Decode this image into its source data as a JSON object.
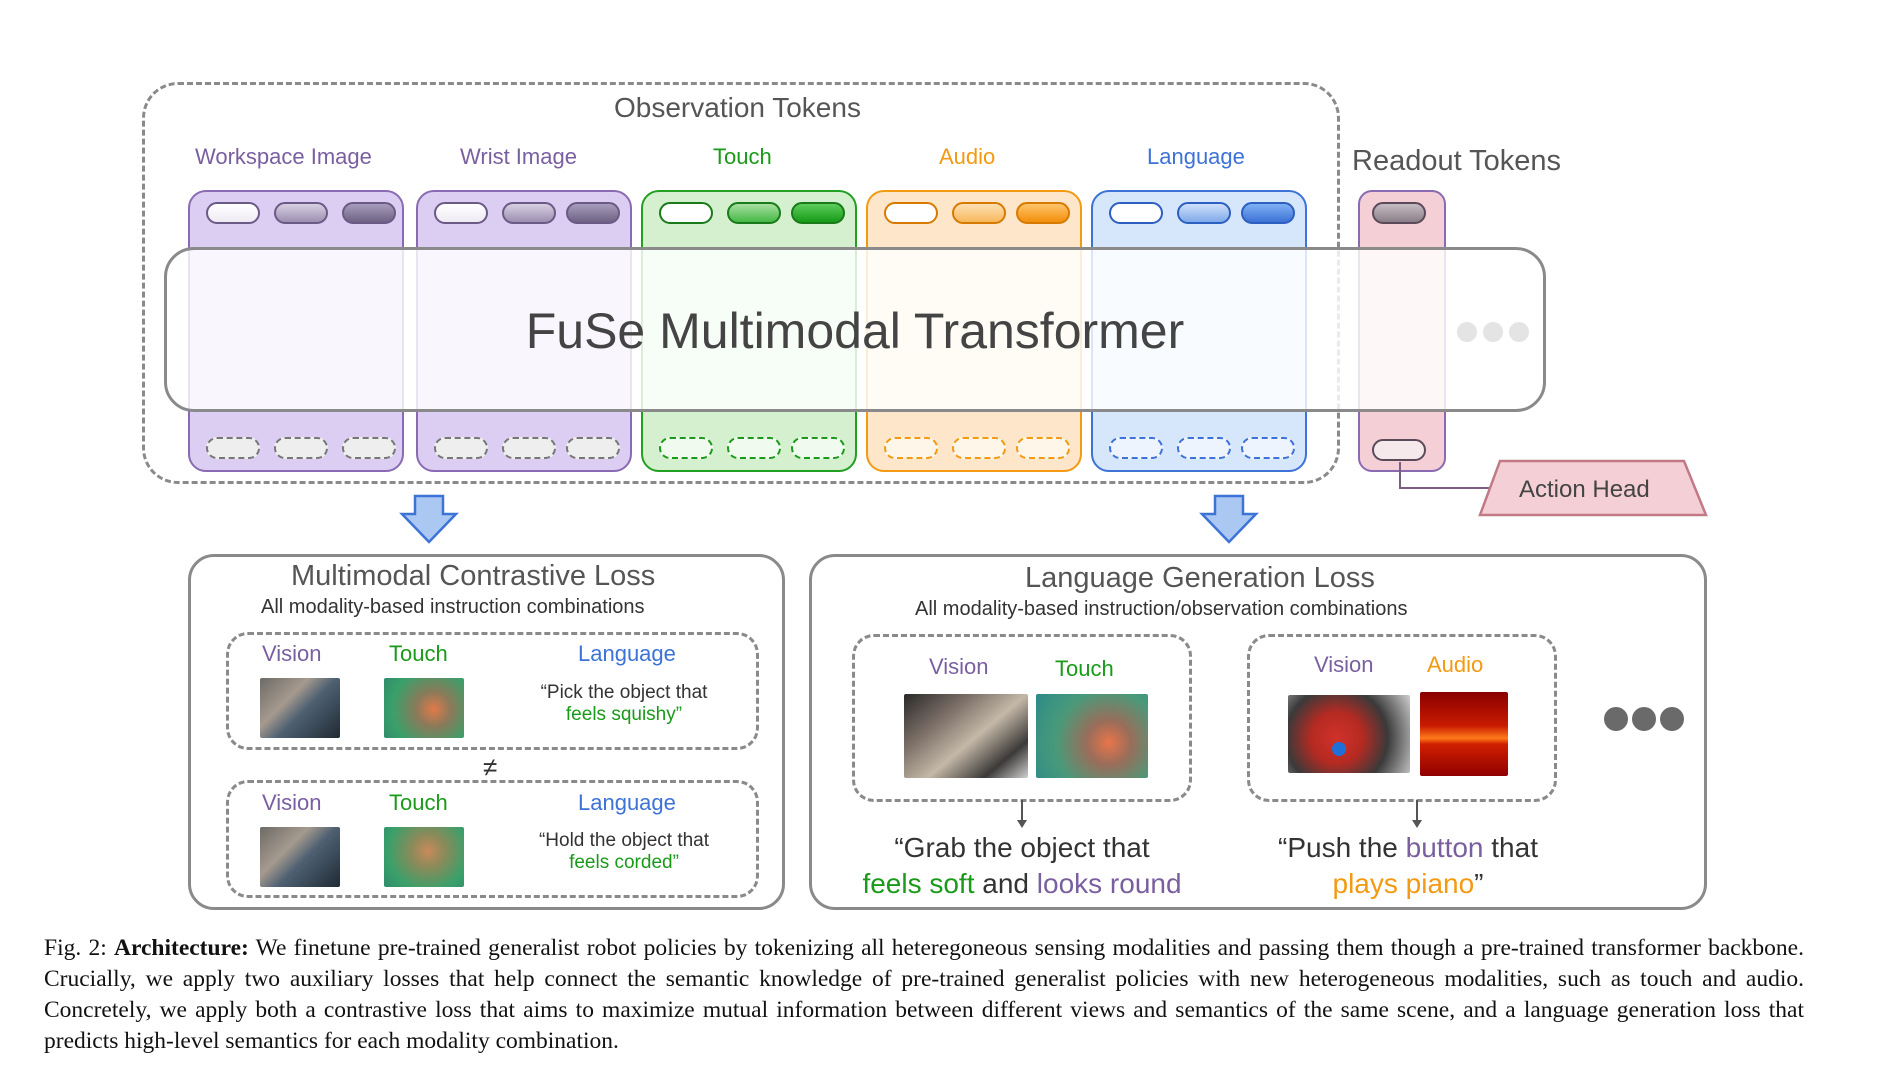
{
  "observation_title": "Observation Tokens",
  "readout_title": "Readout Tokens",
  "modalities": [
    "Workspace Image",
    "Wrist Image",
    "Touch",
    "Audio",
    "Language"
  ],
  "transformer_label": "FuSe Multimodal Transformer",
  "action_head": "Action Head",
  "contrastive": {
    "title": "Multimodal Contrastive Loss",
    "subtitle": "All modality-based instruction combinations",
    "labels": {
      "vision": "Vision",
      "touch": "Touch",
      "language": "Language"
    },
    "not_equal": "≠",
    "example1": {
      "line1": "“Pick the object that",
      "line2": "feels squishy”"
    },
    "example2": {
      "line1": "“Hold the object that",
      "line2": "feels corded”"
    }
  },
  "generation": {
    "title": "Language Generation Loss",
    "subtitle": "All modality-based instruction/observation combinations",
    "labels": {
      "vision": "Vision",
      "touch": "Touch",
      "audio": "Audio"
    },
    "quote1": {
      "a": "“Grab the object that",
      "b": "feels soft",
      "c": " and ",
      "d": "looks round"
    },
    "quote2": {
      "a": "“Push the ",
      "b": "button",
      "c": " that",
      "d": "plays piano",
      "e": "”"
    }
  },
  "colors": {
    "purple": "#7a5fa0",
    "green": "#1a9a1a",
    "orange": "#f39a12",
    "blue": "#3d72d6",
    "pink_bg": "#f5cfd6",
    "arrow_blue": "#aac8f2"
  },
  "caption": {
    "prefix": "Fig. 2: ",
    "bold": "Architecture:",
    "text": " We finetune pre-trained generalist robot policies by tokenizing all heteregoneous sensing modalities and passing them though a pre-trained transformer backbone. Crucially, we apply two auxiliary losses that help connect the semantic knowledge of pre-trained generalist policies with new heterogeneous modalities, such as touch and audio. Concretely, we apply both a contrastive loss that aims to maximize mutual information between different views and semantics of the same scene, and a language generation loss that predicts high-level semantics for each modality combination."
  }
}
